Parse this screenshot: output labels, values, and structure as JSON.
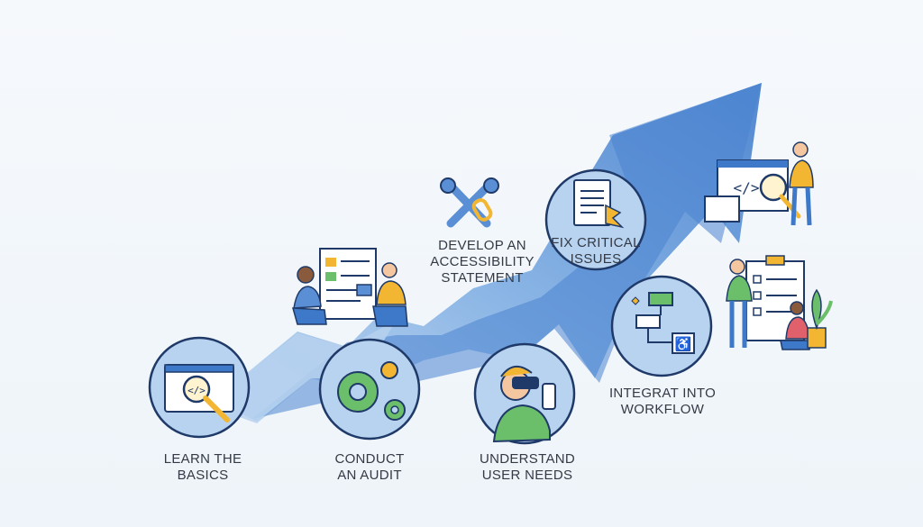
{
  "steps": [
    {
      "id": "learn",
      "line1": "LEARN THE",
      "line2": "BASICS",
      "icon": "code-magnifier-icon"
    },
    {
      "id": "audit",
      "line1": "CONDUCT",
      "line2": "AN AUDIT",
      "icon": "gears-icon"
    },
    {
      "id": "user-needs",
      "line1": "UNDERSTAND",
      "line2": "USER NEEDS",
      "icon": "vr-headset-user-icon"
    },
    {
      "id": "statement",
      "line1": "DEVELOP AN",
      "line2": "ACCESSIBILITY",
      "line3": "STATEMENT",
      "icon": "wrench-tools-icon"
    },
    {
      "id": "fix",
      "line1": "FIX CRITICAL",
      "line2": "ISSUES",
      "icon": "document-fix-icon"
    },
    {
      "id": "workflow",
      "line1": "INTEGRAT INTO",
      "line2": "WORKFLOW",
      "icon": "workflow-accessibility-icon"
    }
  ],
  "colors": {
    "arrow_light": "#a9c8ea",
    "arrow_mid": "#6fa1dc",
    "arrow_dark": "#3d78c9",
    "circle_fill": "#b8d3f0",
    "circle_stroke": "#1f3a68",
    "accent_orange": "#f2b632",
    "accent_green": "#6cbf6a"
  }
}
